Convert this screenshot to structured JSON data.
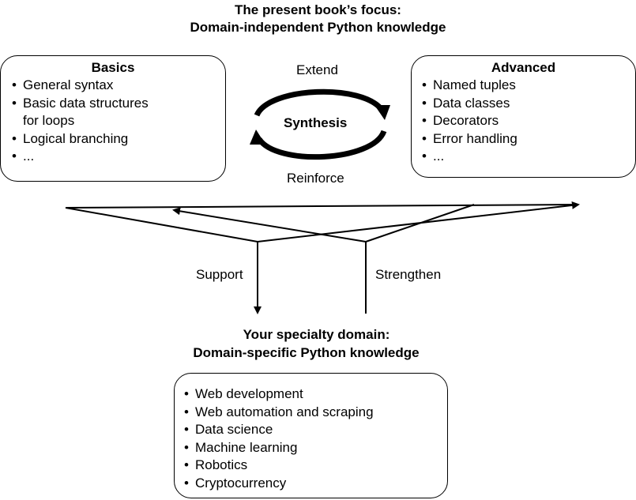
{
  "top_title": {
    "line1": "The present book’s focus:",
    "line2": "Domain-independent Python knowledge"
  },
  "basics": {
    "title": "Basics",
    "items": [
      "General syntax",
      "Basic data structures for loops",
      "Logical branching",
      "..."
    ],
    "item_lines": [
      "General syntax",
      "Basic data structures",
      "for loops",
      "Logical branching",
      "..."
    ]
  },
  "advanced": {
    "title": "Advanced",
    "items": [
      "Named tuples",
      "Data classes",
      "Decorators",
      "Error handling",
      "..."
    ]
  },
  "cycle": {
    "top_label": "Extend",
    "center_label": "Synthesis",
    "bottom_label": "Reinforce"
  },
  "flows": {
    "support_label": "Support",
    "strengthen_label": "Strengthen"
  },
  "bottom_title": {
    "line1": "Your specialty domain:",
    "line2": "Domain-specific Python knowledge"
  },
  "specialty": {
    "items": [
      "Web development",
      "Web automation and scraping",
      "Data science",
      "Machine learning",
      "Robotics",
      "Cryptocurrency"
    ]
  }
}
